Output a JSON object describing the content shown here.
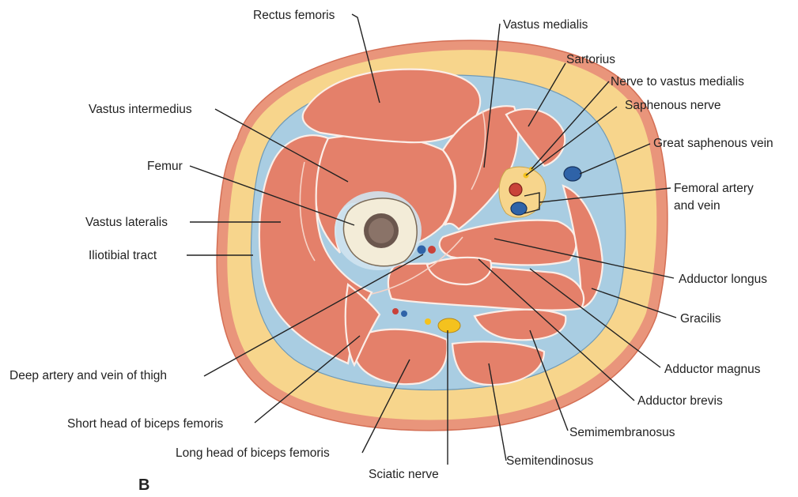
{
  "figure": {
    "panel_letter": "B",
    "labels": {
      "rectus_femoris": "Rectus femoris",
      "vastus_medialis": "Vastus medialis",
      "sartorius": "Sartorius",
      "nerve_to_vastus_medialis": "Nerve to vastus medialis",
      "saphenous_nerve": "Saphenous nerve",
      "great_saphenous_vein": "Great saphenous vein",
      "femoral_artery_and_vein_line1": "Femoral artery",
      "femoral_artery_and_vein_line2": "and vein",
      "vastus_intermedius": "Vastus intermedius",
      "femur": "Femur",
      "vastus_lateralis": "Vastus lateralis",
      "iliotibial_tract": "Iliotibial tract",
      "adductor_longus": "Adductor longus",
      "gracilis": "Gracilis",
      "adductor_magnus": "Adductor magnus",
      "adductor_brevis": "Adductor brevis",
      "semimembranosus": "Semimembranosus",
      "semitendinosus": "Semitendinosus",
      "deep_artery_and_vein_of_thigh": "Deep artery and vein of thigh",
      "short_head_of_biceps_femoris": "Short head of biceps femoris",
      "long_head_of_biceps_femoris": "Long head of biceps femoris",
      "sciatic_nerve": "Sciatic nerve"
    },
    "colors": {
      "skin": "#e9957b",
      "fat": "#f7d58c",
      "fascia": "#a9cde2",
      "muscle": "#e4806a",
      "bone_cortex": "#f3ecd8",
      "bone_marrow": "#6b574e",
      "artery": "#c9423a",
      "vein": "#2f63a8",
      "nerve": "#f4c21e"
    }
  }
}
